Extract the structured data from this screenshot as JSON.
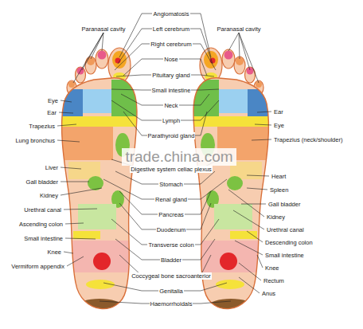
{
  "diagram": {
    "labels": [
      "Paranasal cavity",
      "Angiomatosis",
      "Left cerebrum",
      "Right cerebrum",
      "Nose",
      "Pituitary gland",
      "Small intestine",
      "Neck",
      "Lymph",
      "Parathyroid gland",
      "Digestive system celiac plexus",
      "Stomach",
      "Renal gland",
      "Pancreas",
      "Duodenum",
      "Transverse colon",
      "Bladder",
      "Coccygeal bone sacroanterior",
      "Genitalia",
      "Haemorrhoidals",
      "Paranasal cavity",
      "Eye",
      "Ear",
      "Trapezius",
      "Lung bronchus",
      "Liver",
      "Gall bladder",
      "Kidney",
      "Urethral canal",
      "Ascending colon",
      "Small intestine",
      "Knee",
      "Vermiform appendix",
      "Ear",
      "Eye",
      "Trapezius (neck/shoulder)",
      "Heart",
      "Spleen",
      "Gall bladder",
      "Kidney",
      "Urethral canal",
      "Descending colon",
      "Small intestine",
      "Knee",
      "Rectum",
      "Anus",
      "trade.china.com"
    ]
  }
}
